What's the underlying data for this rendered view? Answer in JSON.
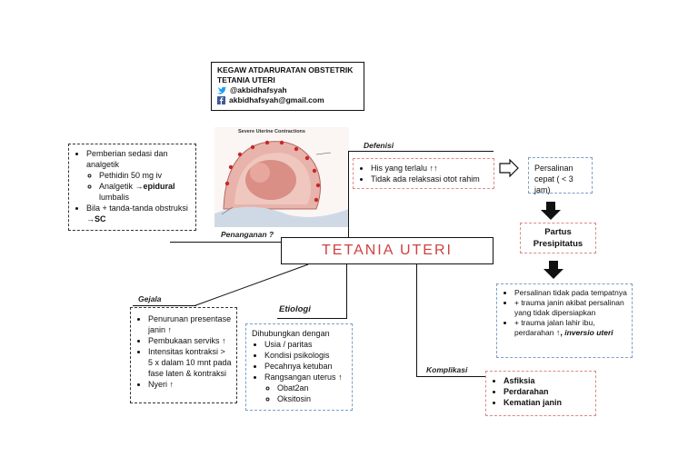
{
  "header": {
    "line1": "KEGAW ATDARURATAN OBSTETRIK",
    "line2": "TETANIA UTERI",
    "twitter": "@akbidhafsyah",
    "facebook": "akbidhafsyah@gmail.com"
  },
  "image": {
    "title": "Severe Uterine Contractions"
  },
  "center": {
    "title": "TETANIA UTERI"
  },
  "labels": {
    "defenisi": "Defenisi",
    "penanganan": "Penanganan ?",
    "gejala": "Gejala",
    "etiologi": "Etiologi",
    "komplikasi": "Komplikasi"
  },
  "penanganan": {
    "item1": "Pemberian sedasi dan analgetik",
    "sub1": "Pethidin 50 mg iv",
    "sub2_prefix": "Analgetik ",
    "sub2_bold": "epidural",
    "sub2_suffix": " lumbalis",
    "item2": "Bila + tanda-tanda obstruksi",
    "item2_bold": "SC"
  },
  "defenisi": {
    "item1": "His yang terlalu",
    "item2": "Tidak ada relaksasi otot rahim"
  },
  "persalinan_cepat": "Persalinan cepat ( < 3 jam)",
  "partus": {
    "line1": "Partus",
    "line2": "Presipitatus"
  },
  "akibat": {
    "item1": "Persalinan tidak pada tempatnya",
    "item2": "+ trauma janin akibat persalinan yang tidak dipersiapkan",
    "item3_prefix": "+ trauma jalan lahir ibu, perdarahan ",
    "item3_bold": "inversio uteri"
  },
  "gejala": {
    "item1": "Penurunan presentase janin",
    "item2": "Pembukaan serviks",
    "item3": "Intensitas kontraksi > 5 x dalam 10 mnt pada fase laten & kontraksi",
    "item4": "Nyeri"
  },
  "etiologi": {
    "intro": "Dihubungkan dengan",
    "item1": "Usia / paritas",
    "item2": "Kondisi psikologis",
    "item3": "Pecahnya ketuban",
    "item4": "Rangsangan uterus",
    "sub1": "Obat2an",
    "sub2": "Oksitosin"
  },
  "komplikasi": {
    "item1": "Asfiksia",
    "item2": "Perdarahan",
    "item3": "Kematian janin"
  },
  "colors": {
    "title_red": "#d04040",
    "twitter": "#1da1f2",
    "facebook": "#3b5998"
  },
  "icons": {
    "up": "arrow-up-icon",
    "right": "arrow-right-icon",
    "down": "arrow-down-icon"
  }
}
